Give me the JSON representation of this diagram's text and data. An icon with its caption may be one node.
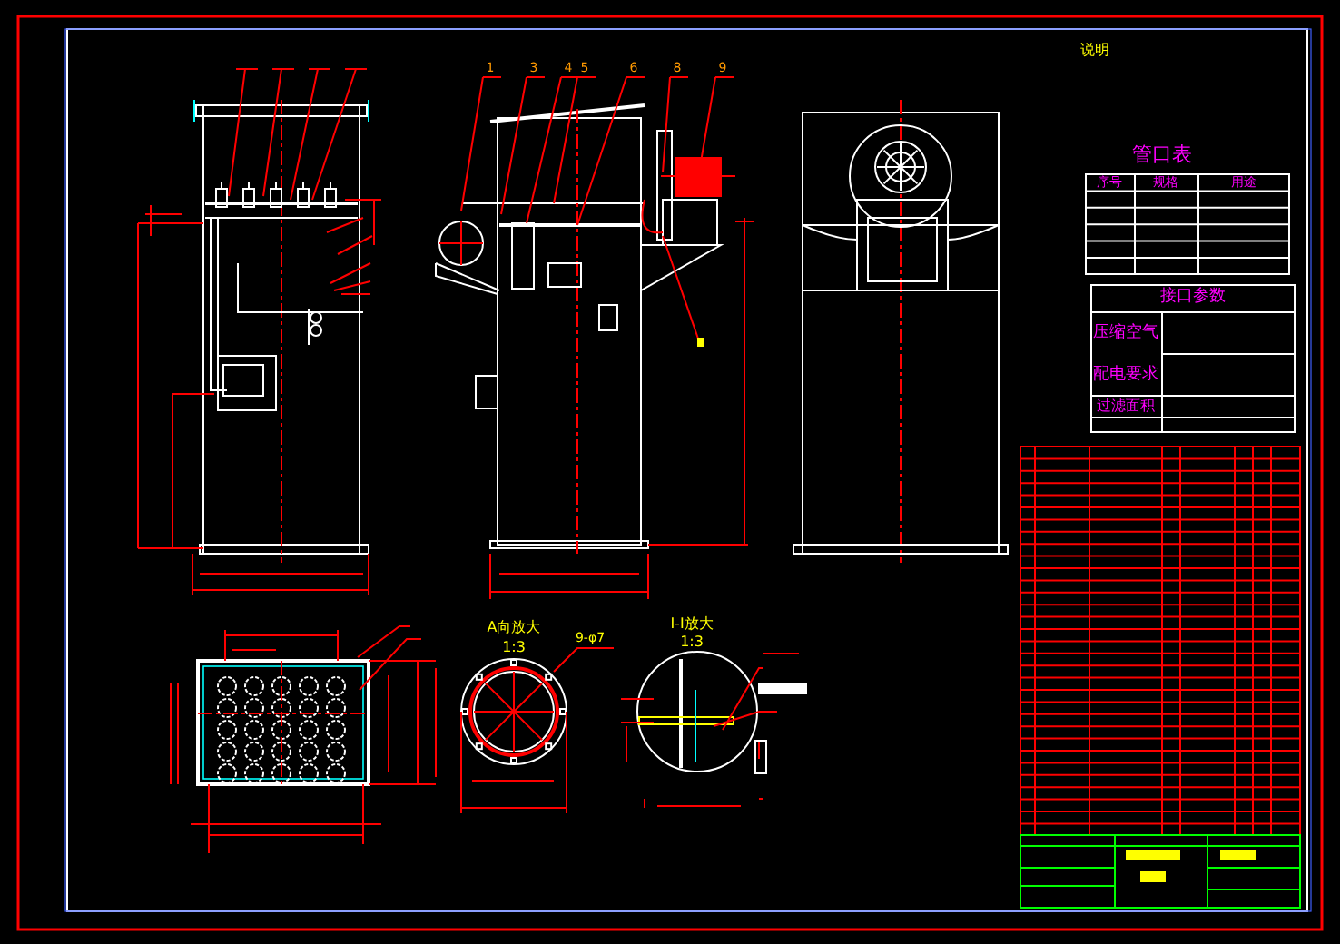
{
  "diagram": {
    "nodes": [
      {
        "text": [
          "1"
        ]
      },
      {
        "text": [
          "3"
        ]
      },
      {
        "text": [
          "4"
        ]
      },
      {
        "text": [
          "5"
        ]
      },
      {
        "text": [
          "6"
        ]
      },
      {
        "text": [
          "8"
        ]
      },
      {
        "text": [
          "9"
        ]
      }
    ],
    "edges": [
      {
        "from": 0,
        "to": null,
        "arrow": "none"
      },
      {
        "from": 1,
        "to": null,
        "arrow": "none"
      },
      {
        "from": 2,
        "to": null,
        "arrow": "none"
      },
      {
        "from": 3,
        "to": null,
        "arrow": "none"
      },
      {
        "from": 4,
        "to": null,
        "arrow": "none"
      },
      {
        "from": 5,
        "to": null,
        "arrow": "none"
      },
      {
        "from": 6,
        "to": null,
        "arrow": "none"
      }
    ],
    "labels": [
      "说明",
      "管口表",
      "序号",
      "规格",
      "用途",
      "接口参数",
      "压缩空气",
      "配电要求",
      "过滤面积",
      "A向放大",
      "1:3",
      "9-φ7",
      "I-I放大",
      "1:3"
    ]
  }
}
